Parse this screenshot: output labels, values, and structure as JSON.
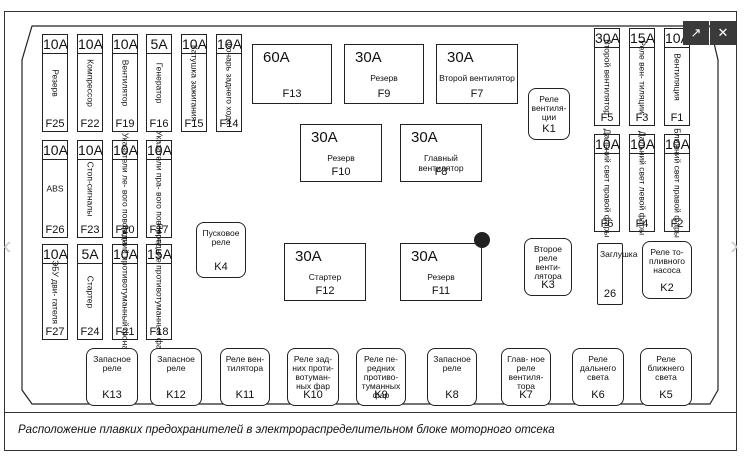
{
  "caption": "Расположение плавких предохранителей в электрораспределительном блоке моторного отсека",
  "controls": {
    "a": "↗",
    "b": "✕"
  },
  "fuses": [
    {
      "amp": "10A",
      "label": "Резерв",
      "code": "F25"
    },
    {
      "amp": "10A",
      "label": "Компрессор",
      "code": "F22"
    },
    {
      "amp": "10A",
      "label": "Вентилятор",
      "code": "F19"
    },
    {
      "amp": "5A",
      "label": "Генератор",
      "code": "F16"
    },
    {
      "amp": "10A",
      "label": "Катушка зажигания",
      "code": "F15"
    },
    {
      "amp": "10A",
      "label": "Фонарь заднего хода",
      "code": "F14"
    },
    {
      "amp": "10A",
      "label": "ABS",
      "code": "F26"
    },
    {
      "amp": "10A",
      "label": "Стоп-сигналы",
      "code": "F23"
    },
    {
      "amp": "10A",
      "label": "Указатели ле- вого поворота",
      "code": "F20"
    },
    {
      "amp": "10A",
      "label": "Указатели пра- вого поворота",
      "code": "F17"
    },
    {
      "amp": "10A",
      "label": "ЭБУ дви- гателя",
      "code": "F27"
    },
    {
      "amp": "5A",
      "label": "Стартер",
      "code": "F24"
    },
    {
      "amp": "10A",
      "label": "Задний противотуманный фонарь",
      "code": "F21"
    },
    {
      "amp": "15A",
      "label": "Передние противотуманные фары",
      "code": "F18"
    },
    {
      "amp": "30A",
      "label": "Второй вентилятор",
      "code": "F5"
    },
    {
      "amp": "15A",
      "label": "Реле вен- тиляции",
      "code": "F3"
    },
    {
      "amp": "10A",
      "label": "Вентиляция",
      "code": "F1"
    },
    {
      "amp": "10A",
      "label": "Дальний свет правой фары",
      "code": "F6"
    },
    {
      "amp": "10A",
      "label": "Дальний свет левой фары",
      "code": "F4"
    },
    {
      "amp": "10A",
      "label": "Ближний свет правой фары",
      "code": "F2"
    }
  ],
  "big_fuses": [
    {
      "amp": "60A",
      "label": "",
      "code": "F13"
    },
    {
      "amp": "30A",
      "label": "Резерв",
      "code": "F9"
    },
    {
      "amp": "30A",
      "label": "Второй вентилятор",
      "code": "F7"
    },
    {
      "amp": "30A",
      "label": "Резерв",
      "code": "F10"
    },
    {
      "amp": "30A",
      "label": "Главный вентилятор",
      "code": "F8"
    },
    {
      "amp": "30A",
      "label": "Стартер",
      "code": "F12"
    },
    {
      "amp": "30A",
      "label": "Резерв",
      "code": "F11"
    }
  ],
  "relays": [
    {
      "label": "Реле вентиля- ции",
      "code": "K1"
    },
    {
      "label": "Пусковое реле",
      "code": "K4"
    },
    {
      "label": "Второе реле венти- лятора",
      "code": "K3"
    },
    {
      "label": "Заглушка",
      "code": "26"
    },
    {
      "label": "Реле то- пливного насоса",
      "code": "K2"
    },
    {
      "label": "Запасное реле",
      "code": "K13"
    },
    {
      "label": "Запасное реле",
      "code": "K12"
    },
    {
      "label": "Реле вен- тилятора",
      "code": "K11"
    },
    {
      "label": "Реле зад- них проти- вотуман- ных фар",
      "code": "K10"
    },
    {
      "label": "Реле пе- редних противо- туманных фар",
      "code": "K9"
    },
    {
      "label": "Запасное реле",
      "code": "K8"
    },
    {
      "label": "Глав- ное реле вентиля- тора",
      "code": "K7"
    },
    {
      "label": "Реле дальнего света",
      "code": "K6"
    },
    {
      "label": "Реле ближнего света",
      "code": "K5"
    }
  ]
}
